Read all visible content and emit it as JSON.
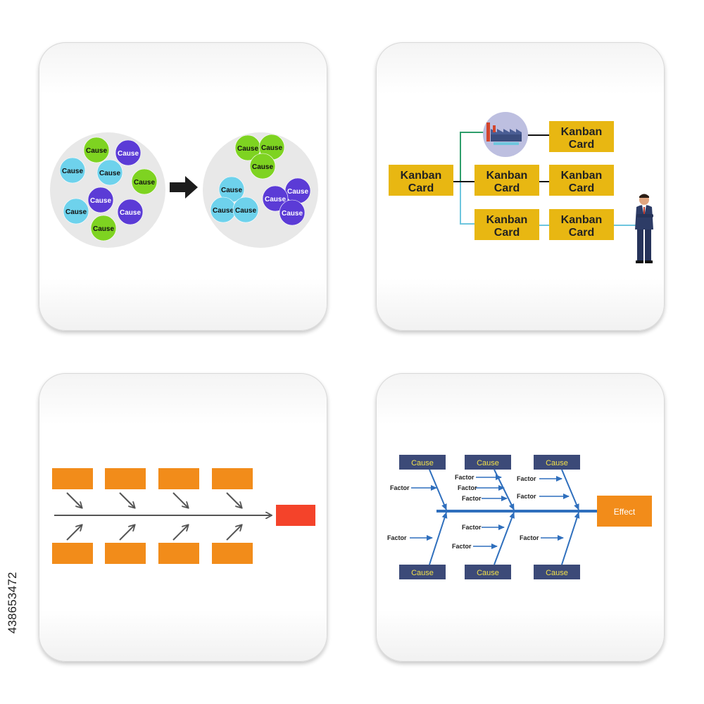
{
  "colors": {
    "orange": "#f28c1a",
    "red": "#f4432a",
    "navy": "#3c4a78",
    "blue": "#2f6fbd",
    "kanban_yellow": "#e8b712",
    "green_cause": "#7ed321",
    "blue_cause": "#6ed2ec",
    "purple_cause": "#5b3bd6",
    "factory_circle": "#bdbfe0"
  },
  "icons": [
    "arrow-right-icon",
    "factory-icon",
    "businessman-figure"
  ],
  "panel_clusters": {
    "cause_label": "Cause"
  },
  "panel_kanban": {
    "card_label_line1": "Kanban",
    "card_label_line2": "Card"
  },
  "panel_fishbone_blank": {},
  "panel_fishbone": {
    "cause_label": "Cause",
    "factor_label": "Factor",
    "effect_label": "Effect"
  },
  "stock_id": "438653472"
}
